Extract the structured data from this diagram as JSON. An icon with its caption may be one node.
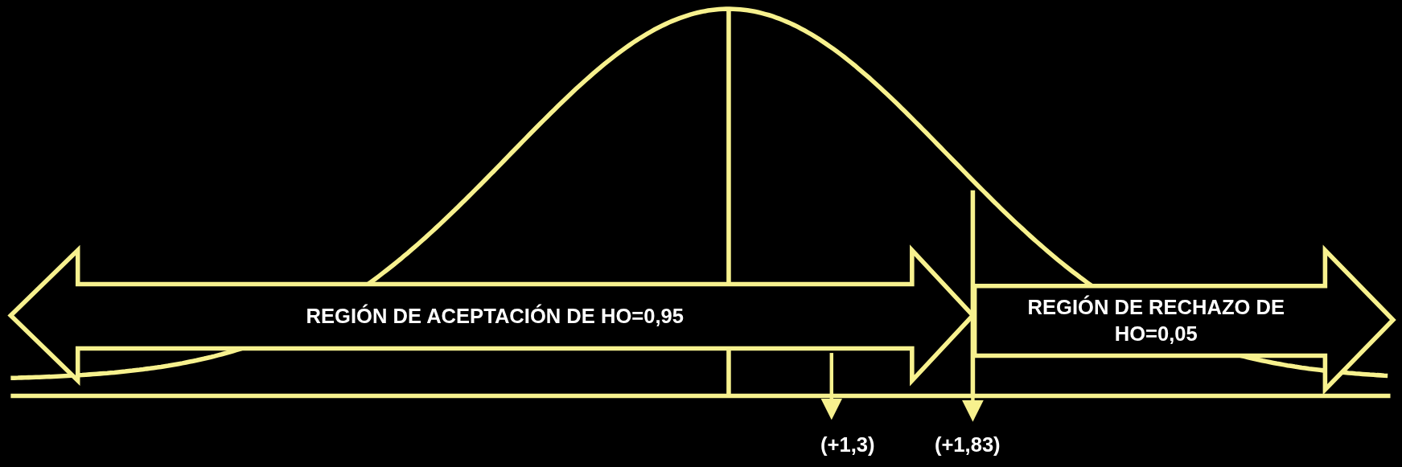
{
  "diagram": {
    "nodes": [
      {
        "text": [
          "REGIÓN DE ACEPTACIÓN DE HO=0,95"
        ]
      },
      {
        "text": [
          "REGIÓN DE RECHAZO DE HO=0,05"
        ]
      }
    ],
    "labels": [
      "(+1,3)",
      "(+1,83)"
    ]
  }
}
